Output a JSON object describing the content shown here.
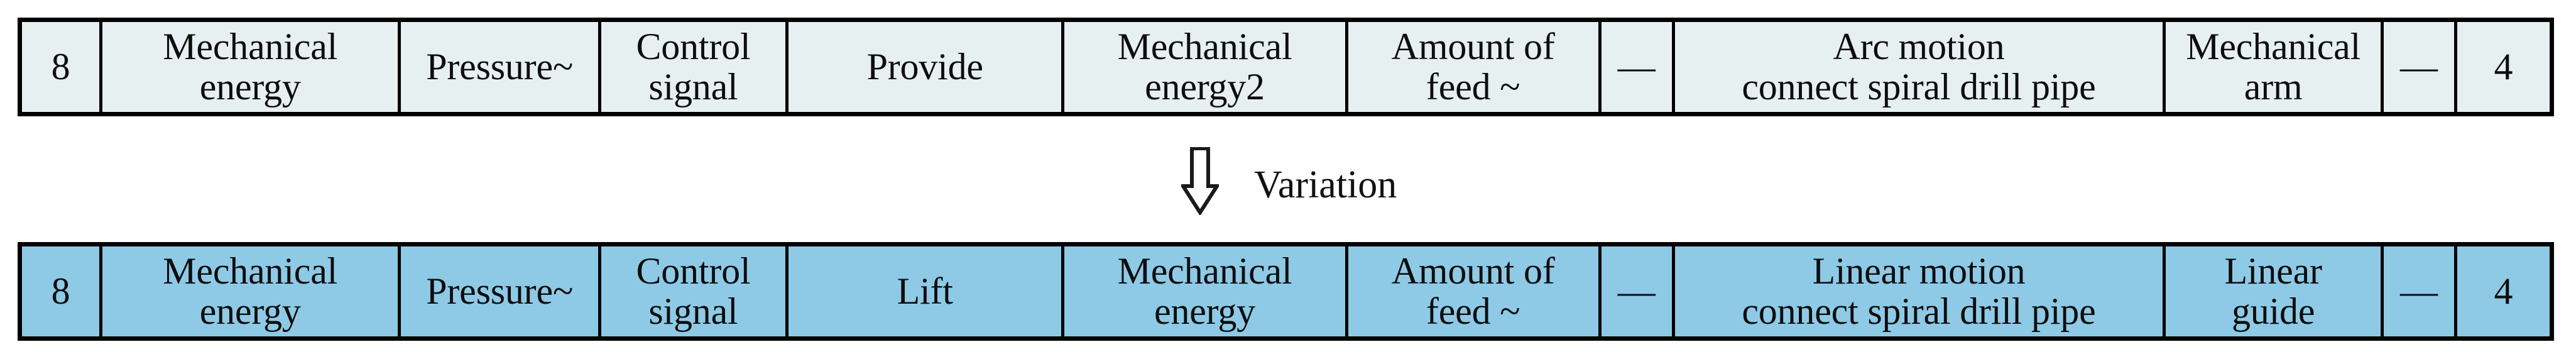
{
  "diagram": {
    "type": "before-after-comparison-table",
    "connector": {
      "icon": "arrow-down-icon",
      "label": "Variation"
    },
    "colors": {
      "before_row_fill": "#e7f0f1",
      "after_row_fill": "#8ecae6",
      "border": "#000000",
      "text": "#0d0d0d",
      "page_background": "#ffffff"
    },
    "tables": [
      {
        "id": "before",
        "name": "original-function-chain",
        "fill": "#e7f0f1",
        "cells": [
          "8",
          "Mechanical\nenergy",
          "Pressure~",
          "Control\nsignal",
          "Provide",
          "Mechanical\nenergy2",
          "Amount of\nfeed ~",
          "—",
          "Arc motion\nconnect spiral drill pipe",
          "Mechanical\narm",
          "—",
          "4"
        ]
      },
      {
        "id": "after",
        "name": "varied-function-chain",
        "fill": "#8ecae6",
        "cells": [
          "8",
          "Mechanical\nenergy",
          "Pressure~",
          "Control\nsignal",
          "Lift",
          "Mechanical\nenergy",
          "Amount of\nfeed ~",
          "—",
          "Linear motion\nconnect spiral drill pipe",
          "Linear\nguide",
          "—",
          "4"
        ]
      }
    ],
    "column_widths_pct": [
      3.2,
      11.8,
      7.9,
      7.4,
      10.9,
      11.2,
      10.0,
      2.9,
      19.4,
      8.6,
      2.9,
      3.8
    ]
  }
}
